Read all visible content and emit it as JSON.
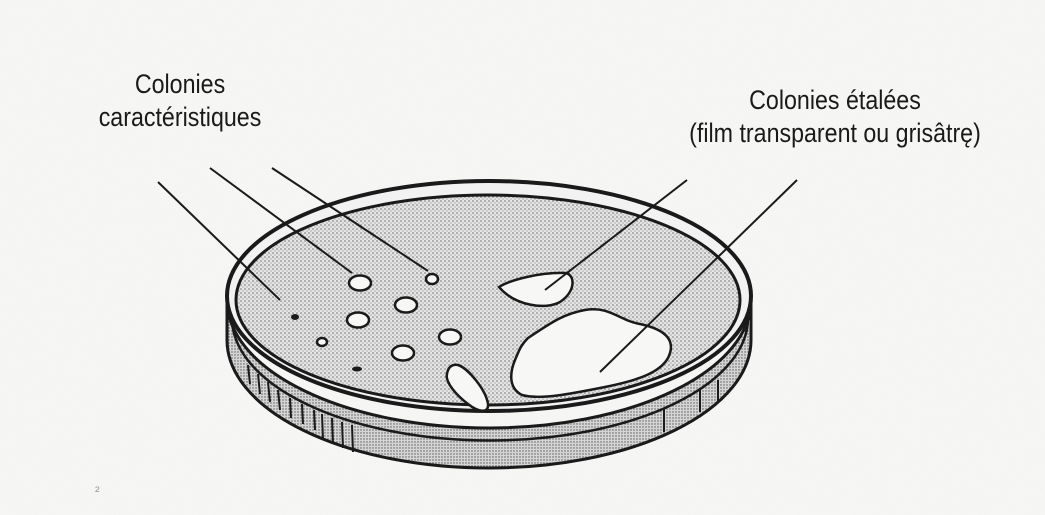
{
  "labels": {
    "characteristic_colonies": {
      "line1": "Colonies",
      "line2": "caractéristiques"
    },
    "spread_colonies": {
      "line1": "Colonies étalées",
      "line2": "(film transparent ou grisâtrę)"
    }
  },
  "colors": {
    "ink": "#1a1a1a",
    "paper": "#f7f7f5",
    "agar": "#d9d9d9"
  }
}
